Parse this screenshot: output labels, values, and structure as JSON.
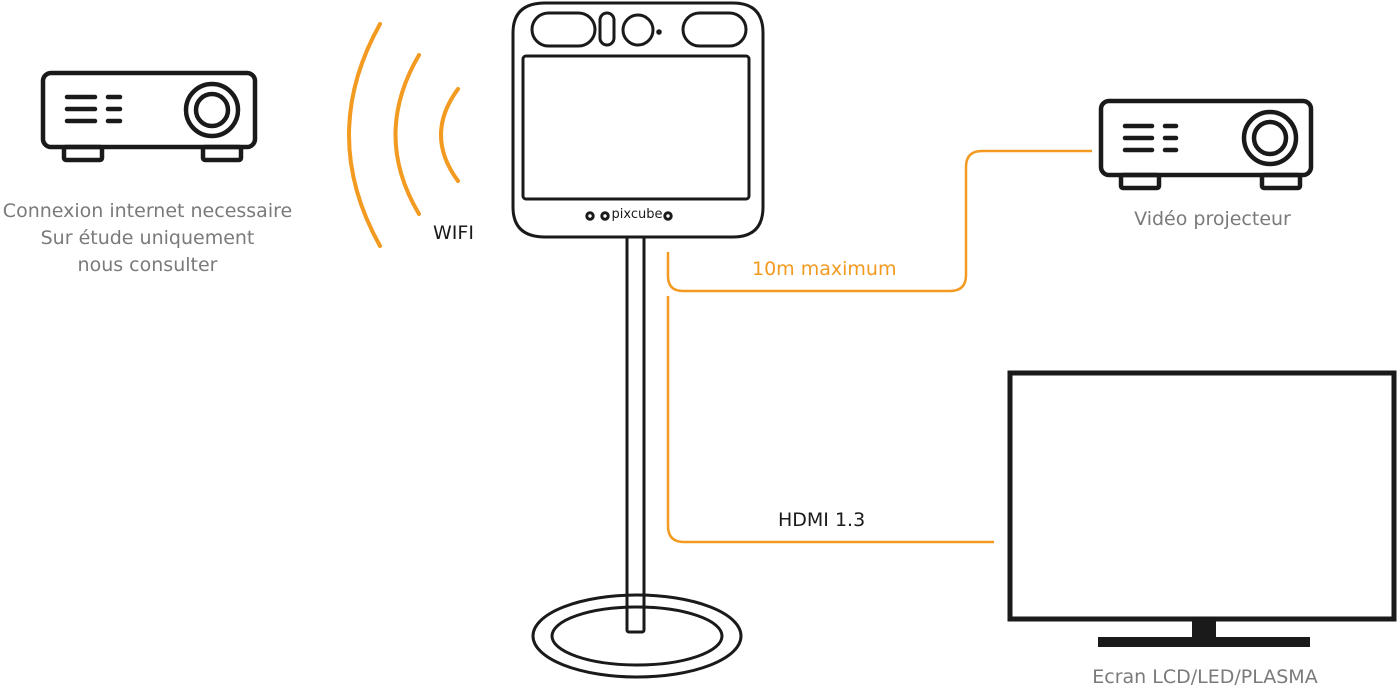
{
  "colors": {
    "accent": "#f39a21",
    "stroke": "#1a1a1a",
    "caption": "#7a7a7a"
  },
  "left_projector": {
    "icon": "projector-icon",
    "caption_lines": [
      "Connexion internet necessaire",
      "Sur étude uniquement",
      "nous consulter"
    ]
  },
  "wifi": {
    "icon": "wifi-signal-icon",
    "label": "WIFI"
  },
  "kiosk": {
    "icon": "photobooth-kiosk-icon",
    "brand": "pixcube"
  },
  "cables": {
    "top_label": "10m maximum",
    "bottom_label": "HDMI 1.3"
  },
  "right_projector": {
    "icon": "projector-icon",
    "caption": "Vidéo projecteur"
  },
  "screen": {
    "icon": "tv-screen-icon",
    "caption": "Ecran LCD/LED/PLASMA"
  }
}
